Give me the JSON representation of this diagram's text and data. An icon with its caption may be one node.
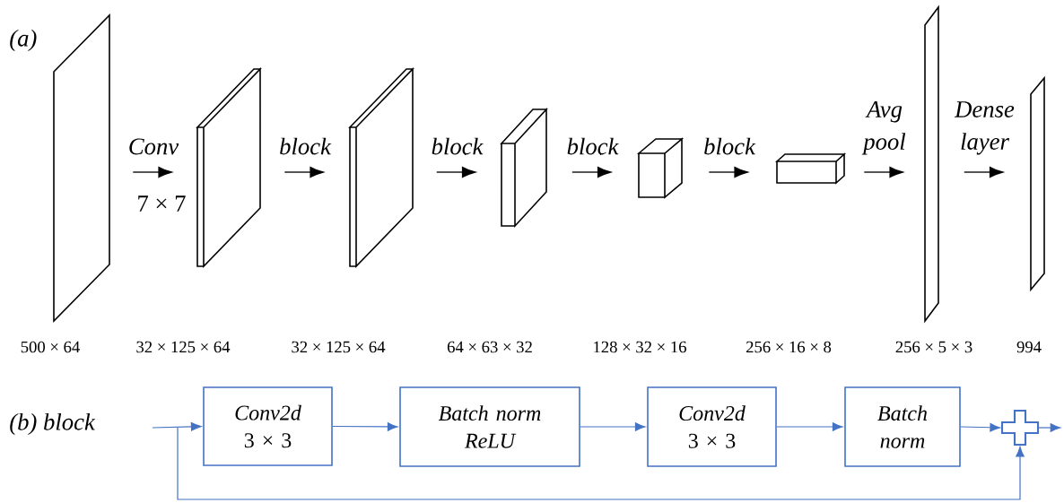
{
  "diagram": {
    "nodes": [
      {
        "text": [],
        "shape": "parallelogram"
      },
      {
        "text": [],
        "shape": "box"
      },
      {
        "text": [],
        "shape": "box"
      },
      {
        "text": [],
        "shape": "box"
      },
      {
        "text": [],
        "shape": "box"
      },
      {
        "text": [],
        "shape": "box"
      },
      {
        "text": [],
        "shape": "parallelogram"
      },
      {
        "text": [],
        "shape": "parallelogram"
      },
      {
        "text": [
          "Conv2d",
          "3 × 3"
        ]
      },
      {
        "text": [
          "Batch norm ReLU"
        ]
      },
      {
        "text": [
          "Conv2d",
          "3 × 3"
        ]
      },
      {
        "text": [
          "Batch norm"
        ]
      },
      {
        "text": [],
        "shape": "plus"
      }
    ],
    "edges": [
      {
        "from": 0,
        "to": 1,
        "arrow": "to",
        "label": "Conv"
      },
      {
        "from": 1,
        "to": 2,
        "arrow": "to",
        "label": "block"
      },
      {
        "from": 2,
        "to": 3,
        "arrow": "to",
        "label": "block"
      },
      {
        "from": 3,
        "to": 4,
        "arrow": "to",
        "label": "block"
      },
      {
        "from": 4,
        "to": 5,
        "arrow": "to",
        "label": "block"
      },
      {
        "from": 5,
        "to": 6,
        "arrow": "to",
        "label": "Avg pool"
      },
      {
        "from": 6,
        "to": 7,
        "arrow": "to",
        "label": "Dense layer"
      },
      {
        "from": null,
        "to": 8,
        "arrow": "to",
        "color": "#4472c4"
      },
      {
        "from": 8,
        "to": 9,
        "arrow": "to",
        "color": "#4472c4"
      },
      {
        "from": 9,
        "to": 10,
        "arrow": "to",
        "color": "#4472c4"
      },
      {
        "from": 10,
        "to": 11,
        "arrow": "to",
        "color": "#4472c4"
      },
      {
        "from": 11,
        "to": 12,
        "arrow": "to",
        "color": "#4472c4"
      },
      {
        "from": 12,
        "to": null,
        "arrow": "to",
        "color": "#4472c4"
      },
      {
        "from": null,
        "to": 12,
        "arrow": "to",
        "color": "#4472c4"
      }
    ],
    "labels": [
      "(a)",
      "7 × 7",
      "500 × 64",
      "32 × 125 × 64",
      "32 × 125 × 64",
      "64 × 63 × 32",
      "128 × 32 × 16",
      "256 × 16 × 8",
      "256 × 5 × 3",
      "994",
      "(b) block"
    ]
  }
}
